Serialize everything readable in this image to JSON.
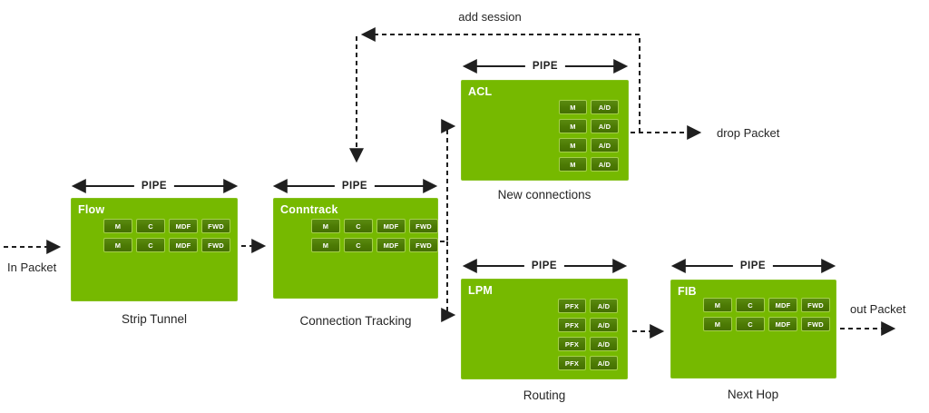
{
  "diagram": {
    "pipe_label": "PIPE",
    "boxes": [
      {
        "title": "Flow",
        "caption": "Strip Tunnel",
        "cells": [
          [
            "M",
            "C",
            "MDF",
            "FWD"
          ],
          [
            "M",
            "C",
            "MDF",
            "FWD"
          ]
        ]
      },
      {
        "title": "Conntrack",
        "caption": "Connection Tracking",
        "cells": [
          [
            "M",
            "C",
            "MDF",
            "FWD"
          ],
          [
            "M",
            "C",
            "MDF",
            "FWD"
          ]
        ]
      },
      {
        "title": "ACL",
        "caption": "New connections",
        "cells": [
          [
            "M",
            "A/D"
          ],
          [
            "M",
            "A/D"
          ],
          [
            "M",
            "A/D"
          ],
          [
            "M",
            "A/D"
          ]
        ]
      },
      {
        "title": "LPM",
        "caption": "Routing",
        "cells": [
          [
            "PFX",
            "A/D"
          ],
          [
            "PFX",
            "A/D"
          ],
          [
            "PFX",
            "A/D"
          ],
          [
            "PFX",
            "A/D"
          ]
        ]
      },
      {
        "title": "FIB",
        "caption": "Next Hop",
        "cells": [
          [
            "M",
            "C",
            "MDF",
            "FWD"
          ],
          [
            "M",
            "C",
            "MDF",
            "FWD"
          ]
        ]
      }
    ],
    "flow_labels": {
      "in_packet": "In Packet",
      "add_session": "add session",
      "drop_packet": "drop Packet",
      "out_packet": "out Packet"
    },
    "colors": {
      "box_green": "#76b900",
      "cell_green": "#4c7a04",
      "cell_border": "#a6cf4e",
      "line": "#1f1f1f",
      "text": "#262626"
    }
  }
}
